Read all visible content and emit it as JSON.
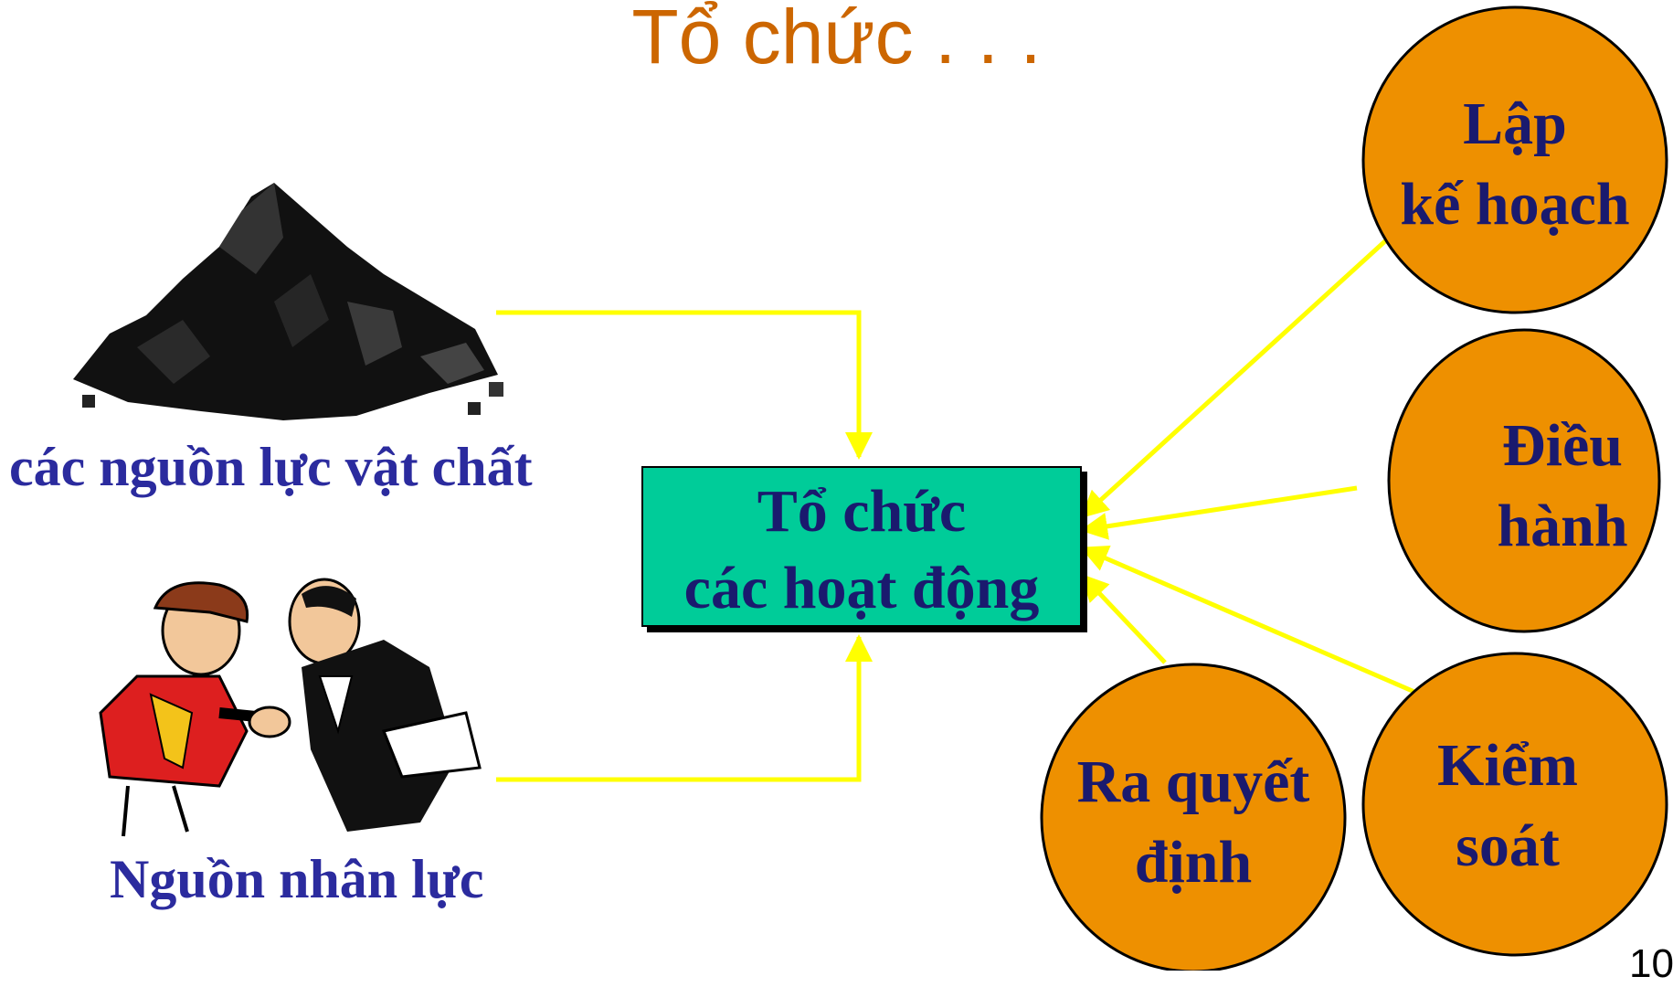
{
  "title": "Tổ chức . . .",
  "left_labels": {
    "material": "các nguồn lực vật chất",
    "human": "Nguồn nhân lực"
  },
  "center": {
    "line1": "Tổ chức",
    "line2": "các hoạt động"
  },
  "circles": {
    "planning": {
      "line1": "Lập",
      "line2": "kế hoạch"
    },
    "directing": {
      "line1": "Điều",
      "line2": "hành"
    },
    "controlling": {
      "line1": "Kiểm",
      "line2": "soát"
    },
    "deciding": {
      "line1": "Ra quyết",
      "line2": "định"
    }
  },
  "page_number": "10",
  "colors": {
    "title": "#cc6600",
    "blue_text": "#2b2b9e",
    "center_fill": "#00cc99",
    "circle_fill": "#ee9000",
    "arrow": "#ffff00"
  }
}
